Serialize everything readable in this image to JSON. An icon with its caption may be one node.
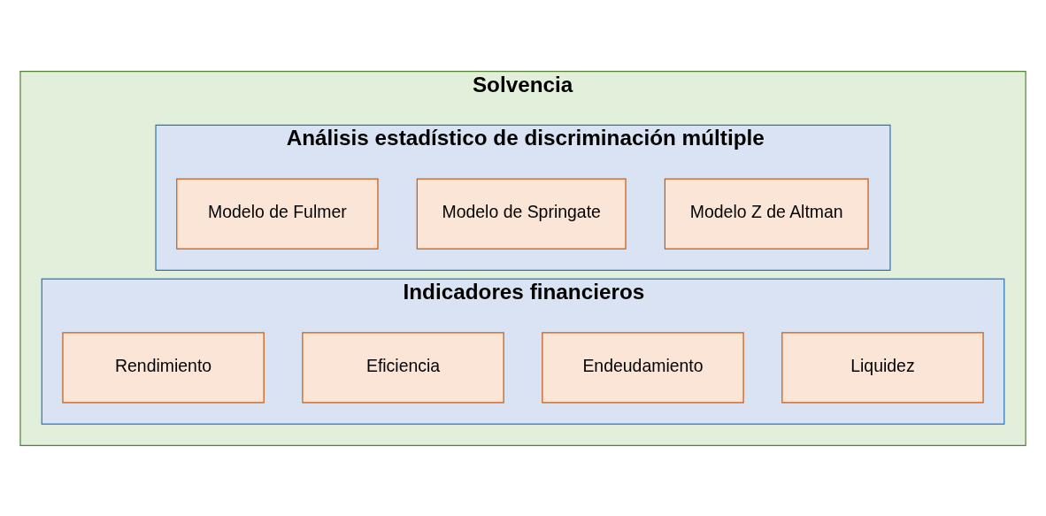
{
  "diagram": {
    "nodes": [
      {
        "text": [
          "Solvencia"
        ]
      },
      {
        "text": [
          "Análisis estadístico de discriminación múltiple"
        ],
        "in": 0
      },
      {
        "text": [
          "Modelo Z de Altman"
        ],
        "in": 1
      },
      {
        "text": [
          "Modelo de Springate"
        ],
        "in": 1
      },
      {
        "text": [
          "Modelo de Fulmer"
        ],
        "in": 1
      },
      {
        "text": [
          "Indicadores financieros"
        ],
        "in": 0
      },
      {
        "text": [
          "Liquidez"
        ],
        "in": 5
      },
      {
        "text": [
          "Endeudamiento"
        ],
        "in": 5
      },
      {
        "text": [
          "Eficiencia"
        ],
        "in": 5
      },
      {
        "text": [
          "Rendimiento"
        ],
        "in": 5
      }
    ]
  }
}
